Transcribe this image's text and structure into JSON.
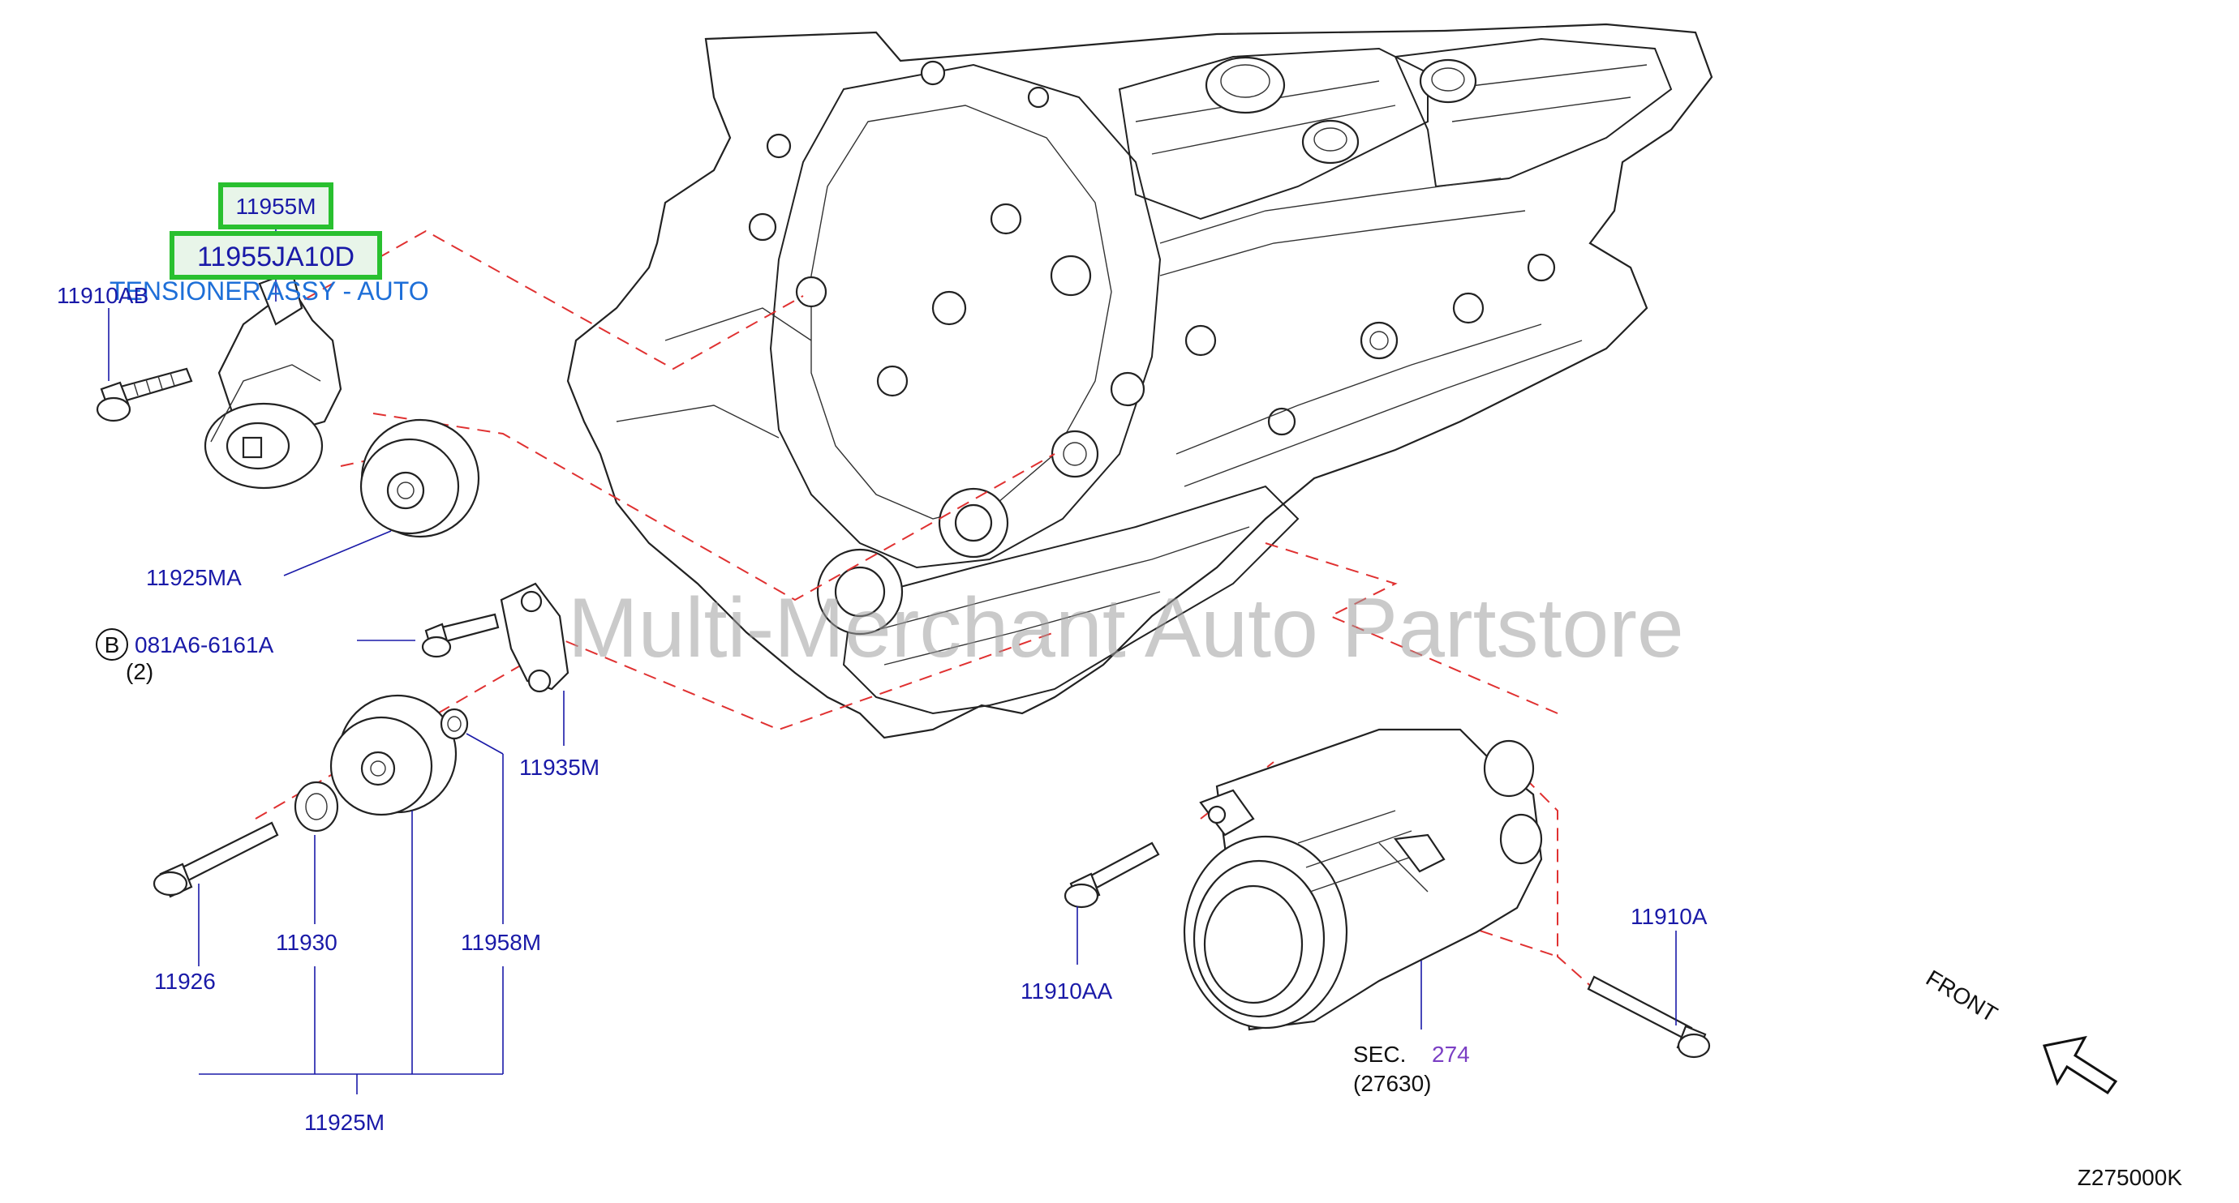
{
  "diagram_id": "Z275000K",
  "watermark": "Multi-Merchant Auto Partstore",
  "front_label": "FRONT",
  "callouts": {
    "p11955m": "11955M",
    "p11955ja10d": "11955JA10D",
    "tensioner_desc": "TENSIONER ASSY - AUTO",
    "p11910ab": "11910AB",
    "p11925ma": "11925MA",
    "b_marker": "B",
    "p081a6": "081A6-6161A",
    "qty2": "(2)",
    "p11935m": "11935M",
    "p11930": "11930",
    "p11926": "11926",
    "p11958m": "11958M",
    "p11925m": "11925M",
    "p11910aa": "11910AA",
    "p11910a": "11910A",
    "sec_label": "SEC.",
    "sec_number": "274",
    "sec_part": "(27630)"
  },
  "colors": {
    "callout_blue": "#1a1aa8",
    "description_blue": "#1e6fd8",
    "highlight_green": "#29c02f",
    "dashed_red": "#e03131",
    "sec_purple": "#7b3fc4",
    "watermark_gray": "#9e9e9e"
  }
}
